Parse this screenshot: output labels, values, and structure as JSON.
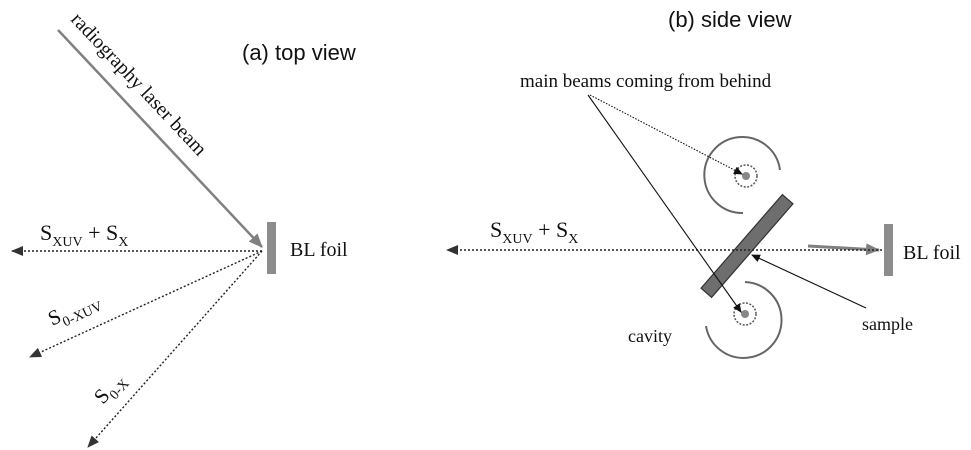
{
  "panel_a": {
    "title": "(a) top view",
    "beam_label": "radiography laser beam",
    "foil_label": "BL foil",
    "signal_main": {
      "base1": "S",
      "sub1": "XUV",
      "plus": " + ",
      "base2": "S",
      "sub2": "X"
    },
    "signal_xuv": {
      "base": "S",
      "sub": "0-XUV"
    },
    "signal_x": {
      "base": "S",
      "sub": "0-X"
    }
  },
  "panel_b": {
    "title": "(b) side view",
    "beams_label": "main beams coming from behind",
    "signal_main": {
      "base1": "S",
      "sub1": "XUV",
      "plus": " + ",
      "base2": "S",
      "sub2": "X"
    },
    "foil_label": "BL foil",
    "cavity_label": "cavity",
    "sample_label": "sample"
  },
  "colors": {
    "beam_gray": "#808080",
    "foil_gray": "#8c8c8c",
    "sample_fill": "#6e6e6e",
    "line_dark": "#222222",
    "arrow_dark": "#333333"
  }
}
